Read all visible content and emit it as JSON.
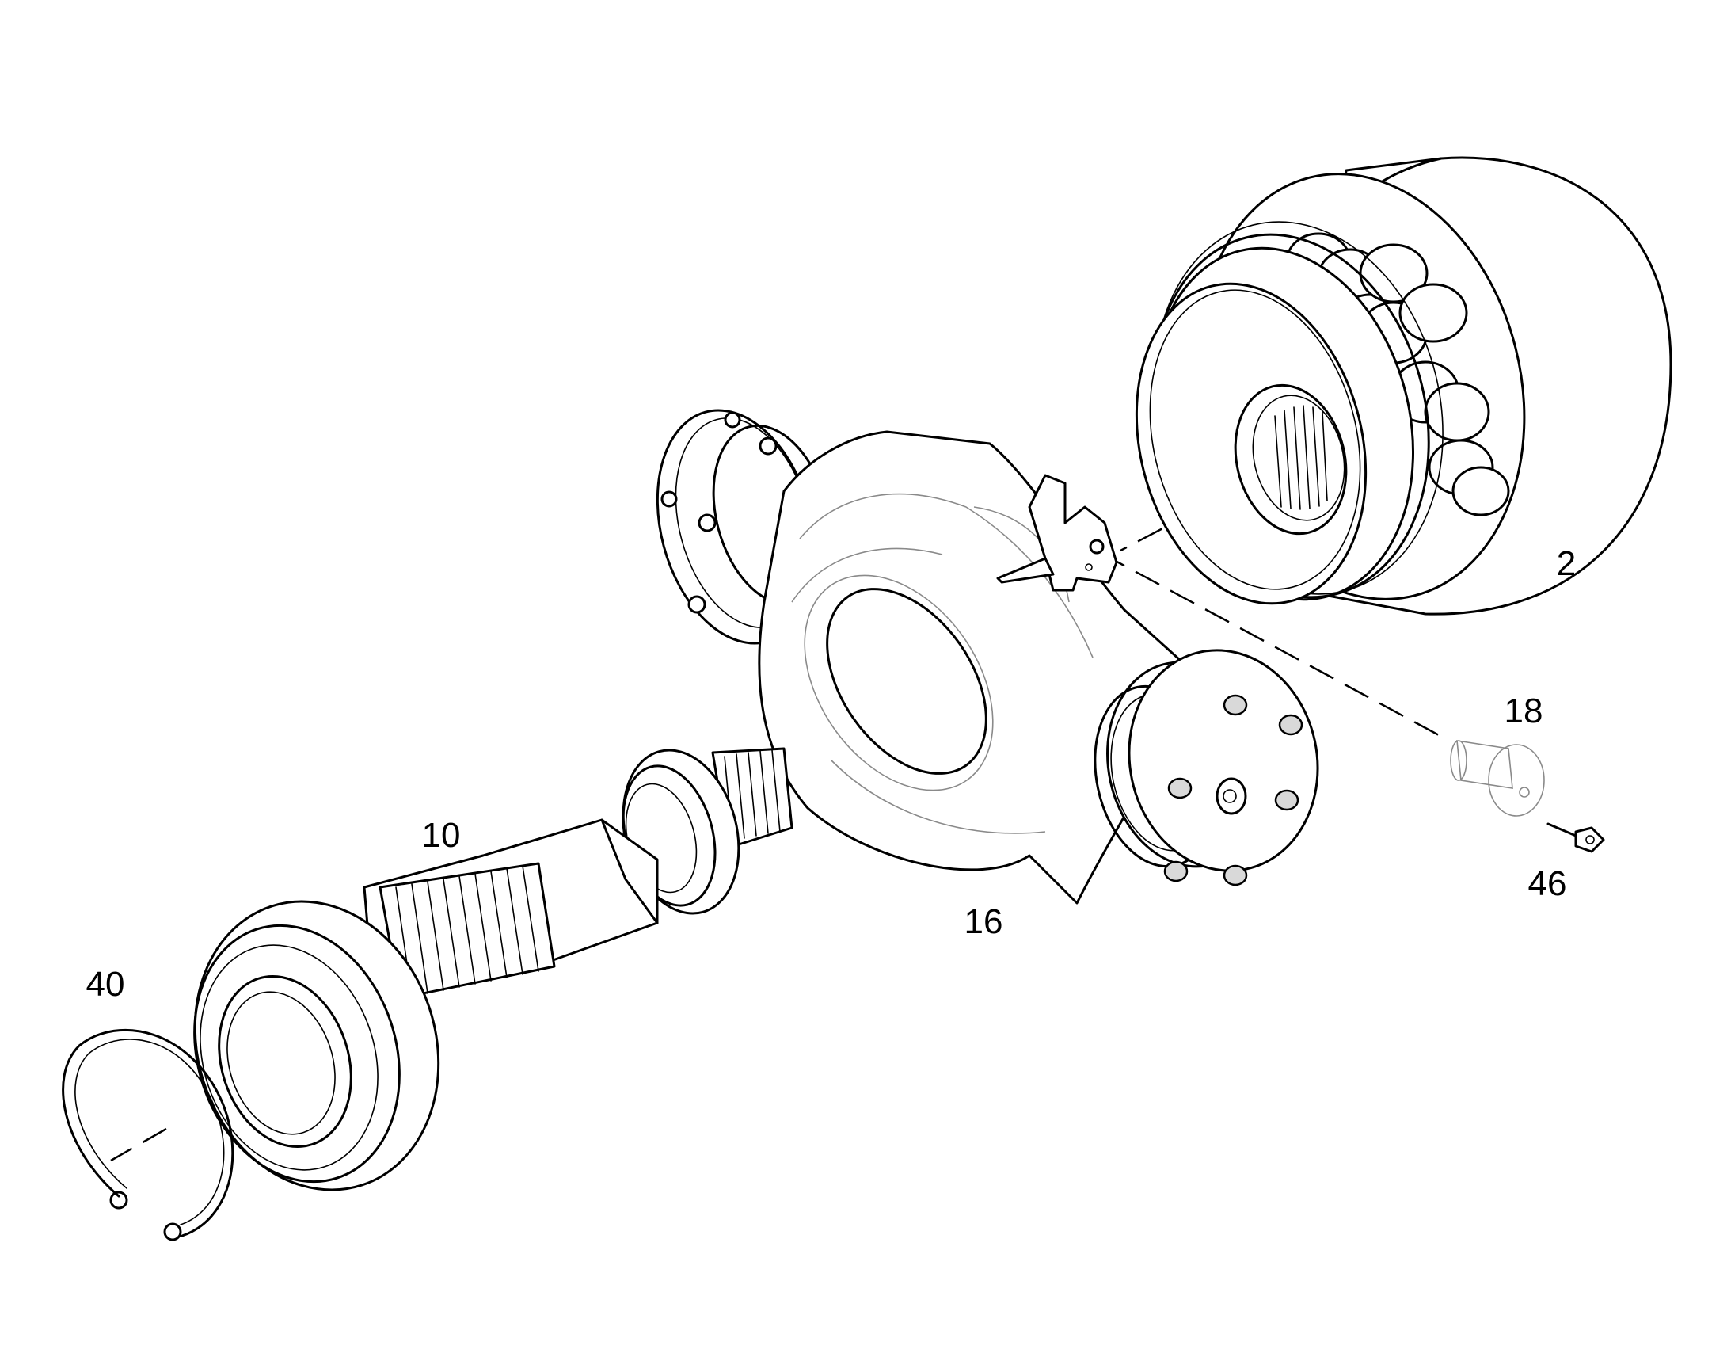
{
  "callouts": {
    "part_2": "2",
    "part_10": "10",
    "part_16": "16",
    "part_18": "18",
    "part_40": "40",
    "part_46": "46"
  },
  "colors": {
    "line": "#000000",
    "hidden_line": "#8a8a8a",
    "shade": "#d9d9d9",
    "background": "#ffffff"
  }
}
